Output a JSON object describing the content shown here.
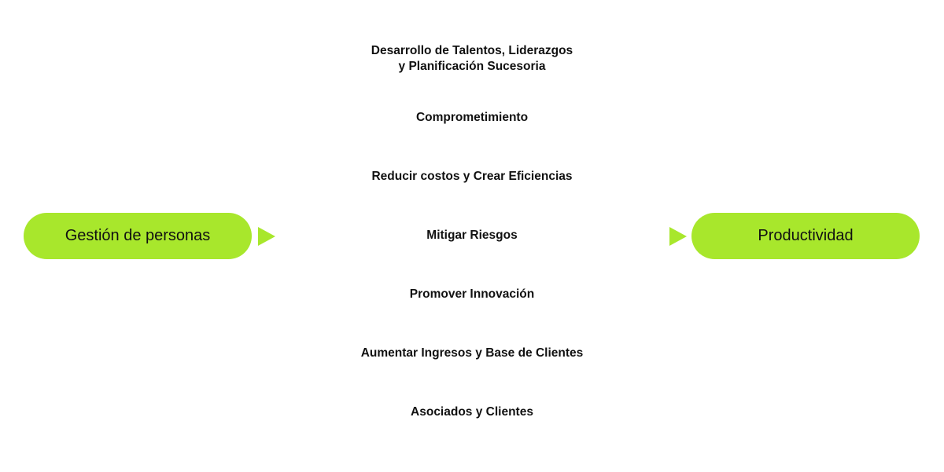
{
  "diagram": {
    "source": {
      "label": "Gestión de personas",
      "icon": "arrow-right-icon"
    },
    "target": {
      "label": "Productividad",
      "icon": "arrow-right-icon"
    },
    "colors": {
      "accent": "#a8e72c",
      "text": "#111111",
      "background": "#ffffff"
    },
    "items": [
      {
        "lines": [
          "Desarrollo de Talentos, Liderazgos",
          "y Planificación Sucesoria"
        ]
      },
      {
        "lines": [
          "Comprometimiento"
        ]
      },
      {
        "lines": [
          "Reducir costos y Crear Eficiencias"
        ]
      },
      {
        "lines": [
          "Mitigar Riesgos"
        ]
      },
      {
        "lines": [
          "Promover Innovación"
        ]
      },
      {
        "lines": [
          "Aumentar Ingresos y Base de Clientes"
        ]
      },
      {
        "lines": [
          "Asociados y Clientes"
        ]
      }
    ]
  }
}
